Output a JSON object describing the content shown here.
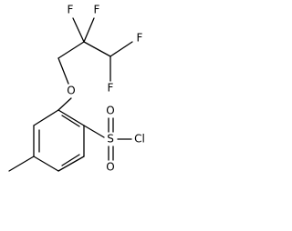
{
  "diagram": {
    "atoms": [
      {
        "id": "F1",
        "label": "F"
      },
      {
        "id": "F2",
        "label": "F"
      },
      {
        "id": "F3",
        "label": "F"
      },
      {
        "id": "F4",
        "label": "F"
      },
      {
        "id": "O1",
        "label": "O"
      },
      {
        "id": "S1",
        "label": "S"
      },
      {
        "id": "O2",
        "label": "O"
      },
      {
        "id": "O3",
        "label": "O"
      },
      {
        "id": "Cl1",
        "label": "Cl"
      }
    ],
    "colors": {
      "bond": "#000000",
      "label": "#000000",
      "background": "#ffffff"
    }
  }
}
